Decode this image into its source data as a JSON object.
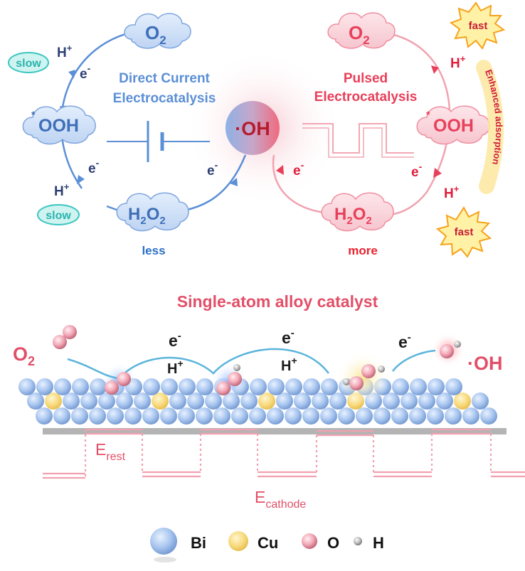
{
  "colors": {
    "dc_blue": "#5b8fd6",
    "pulse_red": "#e8405a",
    "slow_teal": "#3cc6c0",
    "fast_orange": "#f7a21b",
    "bi": "#a9c6ef",
    "cu": "#f7d97a",
    "o": "#f2a6b5",
    "h": "#8a8a8a"
  },
  "left_cycle": {
    "title_line1": "Direct Current",
    "title_line2": "Electrocatalysis",
    "o2": "O",
    "o2_sub": "2",
    "ooh_star": "*",
    "ooh": "OOH",
    "h2o2": "H",
    "h2o2_sub1": "2",
    "h2o2_o": "O",
    "h2o2_sub2": "2",
    "h_plus_1": "H",
    "h_plus_2": "H",
    "plus": "+",
    "e1": "e",
    "e2": "e",
    "e3": "e",
    "minus": "-",
    "slow1": "slow",
    "slow2": "slow",
    "amount": "less"
  },
  "center": {
    "radical": "·OH"
  },
  "right_cycle": {
    "title_line1": "Pulsed",
    "title_line2": "Electrocatalysis",
    "o2": "O",
    "o2_sub": "2",
    "ooh_star": "*",
    "ooh": "OOH",
    "h2o2": "H",
    "h2o2_sub1": "2",
    "h2o2_o": "O",
    "h2o2_sub2": "2",
    "h_plus_1": "H",
    "h_plus_2": "H",
    "plus": "+",
    "e1": "e",
    "e2": "e",
    "minus": "-",
    "fast1": "fast",
    "fast2": "fast",
    "enhanced": "Enhanced adsorption",
    "amount": "more"
  },
  "bottom": {
    "title": "Single-atom alloy catalyst",
    "o2": "O",
    "o2_sub": "2",
    "oh": "·OH",
    "e": "e",
    "minus": "-",
    "h": "H",
    "plus": "+",
    "e_rest": "E",
    "e_rest_sub": "rest",
    "e_cathode": "E",
    "e_cathode_sub": "cathode"
  },
  "legend": {
    "bi": "Bi",
    "cu": "Cu",
    "o": "O",
    "h": "H"
  }
}
